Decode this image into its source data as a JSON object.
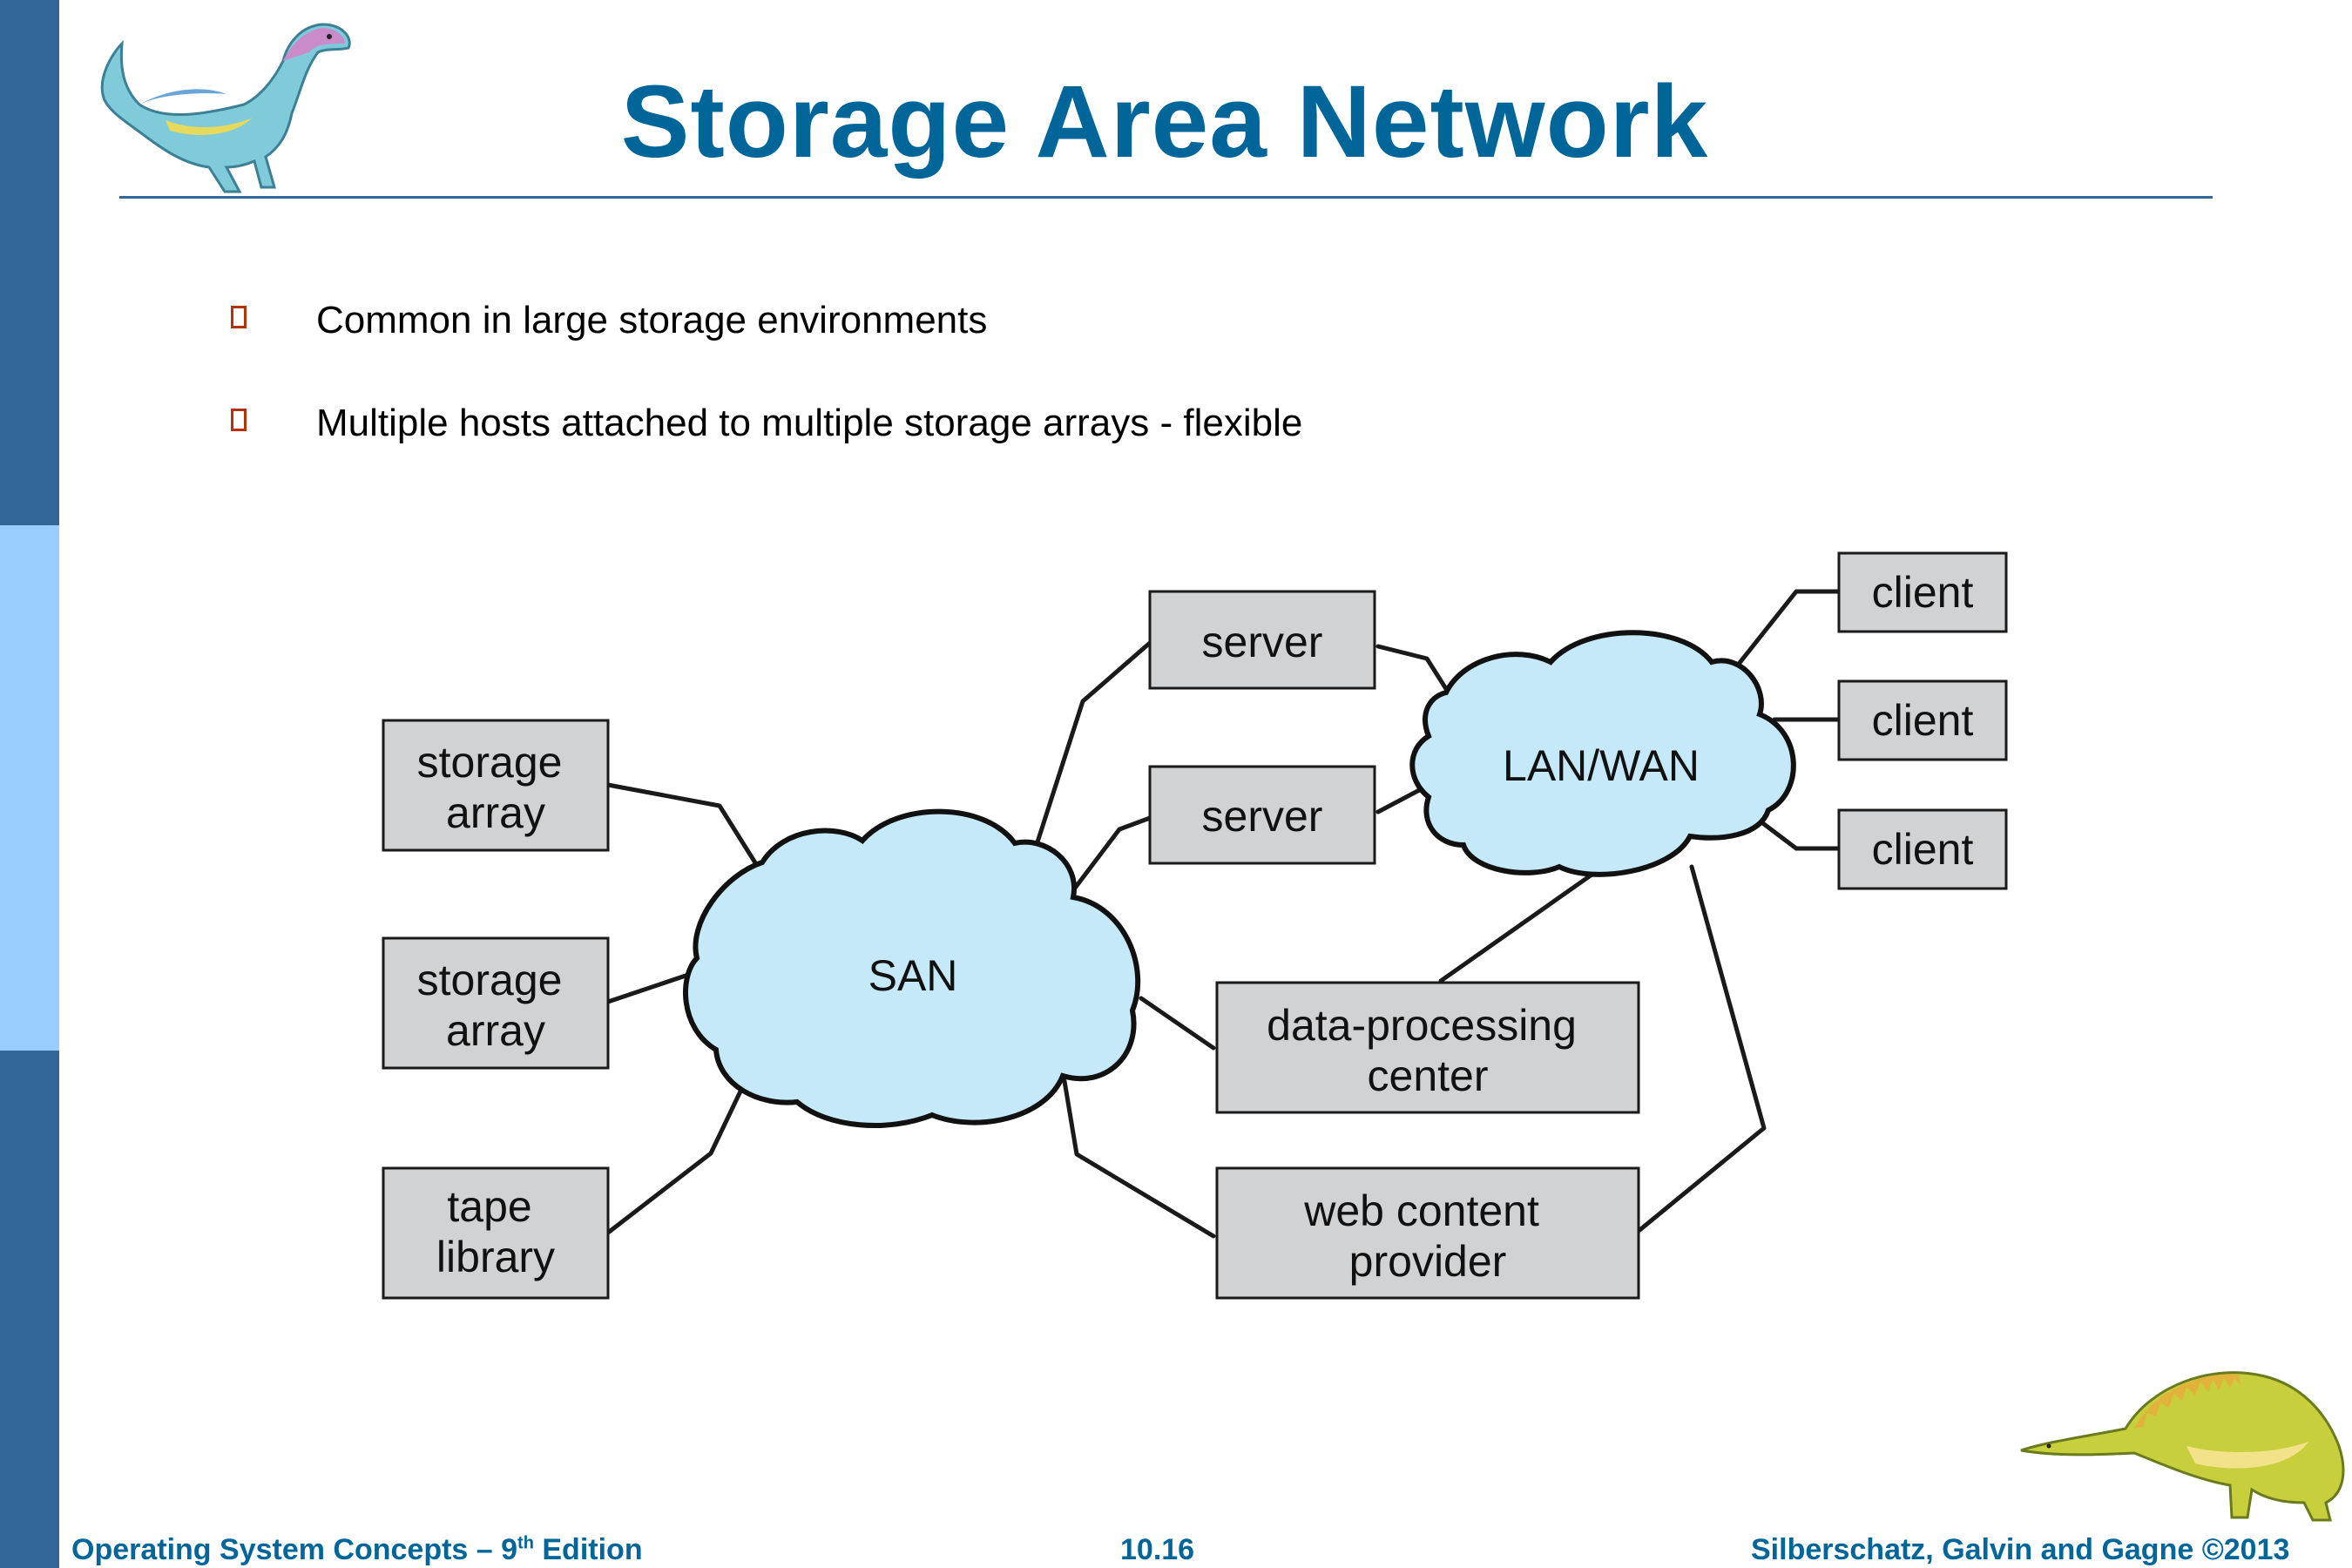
{
  "slide": {
    "title": "Storage Area Network",
    "bullets": [
      "Common in large storage environments",
      "Multiple hosts attached to multiple storage arrays - flexible"
    ]
  },
  "diagram": {
    "san": "SAN",
    "lan_wan": "LAN/WAN",
    "storage_array_1": [
      "storage",
      "array"
    ],
    "storage_array_2": [
      "storage",
      "array"
    ],
    "tape_library": [
      "tape",
      "library"
    ],
    "server_1": "server",
    "server_2": "server",
    "data_processing_center": [
      "data-processing",
      "center"
    ],
    "web_content_provider": [
      "web content",
      "provider"
    ],
    "client_1": "client",
    "client_2": "client",
    "client_3": "client"
  },
  "footer": {
    "book": "Operating System Concepts – 9",
    "book_sup": "th",
    "book_suffix": " Edition",
    "page": "10.16",
    "copyright": "Silberschatz, Galvin and Gagne ©2013"
  },
  "colors": {
    "title": "#006699",
    "sidebar_dark": "#336699",
    "sidebar_light": "#99ccff",
    "cloud_fill": "#c6e9f9",
    "box_fill": "#d1d2d4"
  }
}
